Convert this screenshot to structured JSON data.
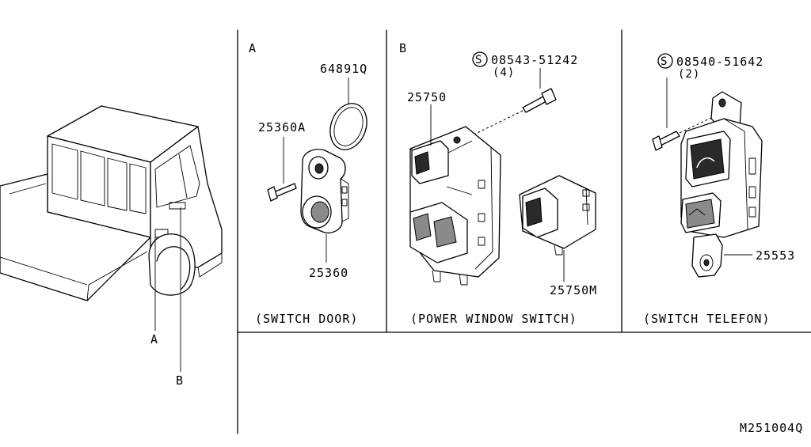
{
  "diagram": {
    "code": "M251004Q",
    "callouts": {
      "a": "A",
      "b": "B"
    },
    "panel_a": {
      "letter": "A",
      "caption": "(SWITCH DOOR)",
      "parts": [
        "64891Q",
        "25360A",
        "25360"
      ]
    },
    "panel_b": {
      "letter": "B",
      "caption": "(POWER WINDOW SWITCH)",
      "screw_code": "08543-51242",
      "screw_qty": "(4)",
      "parts": [
        "25750",
        "25750M"
      ]
    },
    "panel_c": {
      "caption": "(SWITCH TELEFON)",
      "screw_code": "08540-51642",
      "screw_qty": "(2)",
      "parts": [
        "25553"
      ]
    },
    "screw_symbol": "S"
  }
}
